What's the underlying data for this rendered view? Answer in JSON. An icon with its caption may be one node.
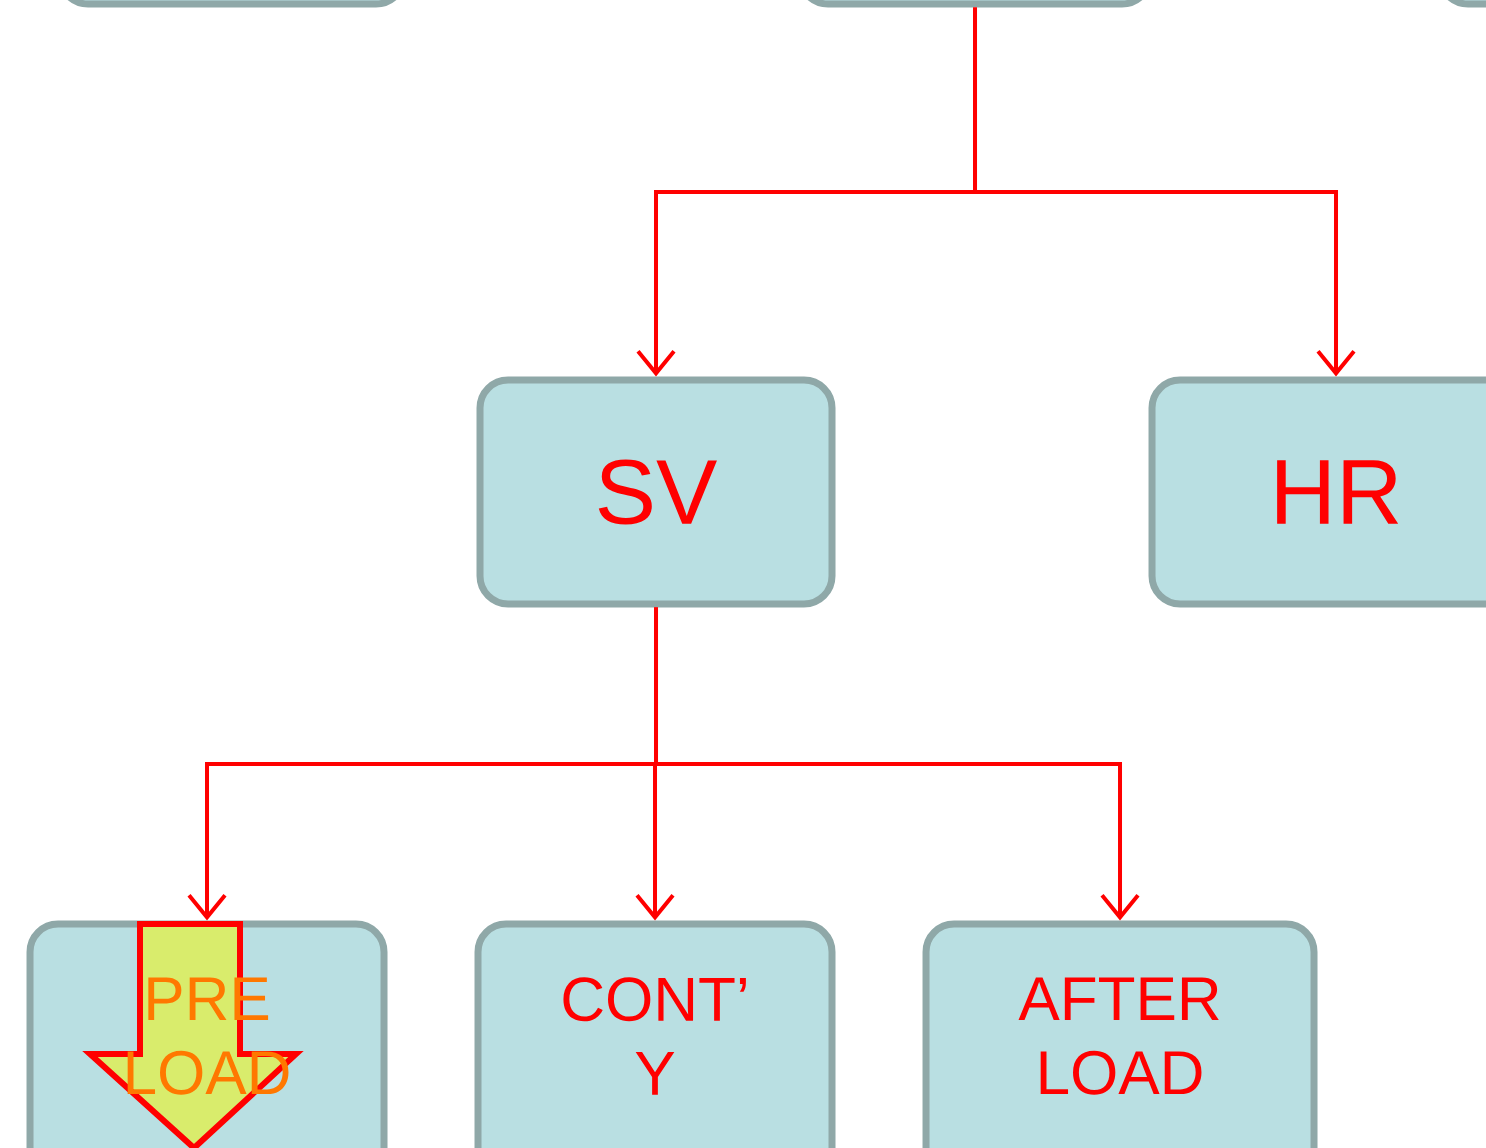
{
  "diagram": {
    "nodes": [
      {
        "text": [],
        "shape": "box"
      },
      {
        "text": [],
        "shape": "box"
      },
      {
        "text": [],
        "shape": "box"
      },
      {
        "text": [
          "SV"
        ]
      },
      {
        "text": [
          "HR"
        ]
      },
      {
        "text": [
          "PRE LOAD"
        ]
      },
      {
        "text": [
          "CONT’ Y"
        ]
      },
      {
        "text": [
          "AFTER LOAD"
        ]
      }
    ],
    "edges": [
      {
        "from": 1,
        "to": 3,
        "arrow": "to"
      },
      {
        "from": 1,
        "to": 4,
        "arrow": "to"
      },
      {
        "from": 3,
        "to": 5,
        "arrow": "to"
      },
      {
        "from": 3,
        "to": 6,
        "arrow": "to"
      },
      {
        "from": 3,
        "to": 7,
        "arrow": "to"
      }
    ]
  }
}
